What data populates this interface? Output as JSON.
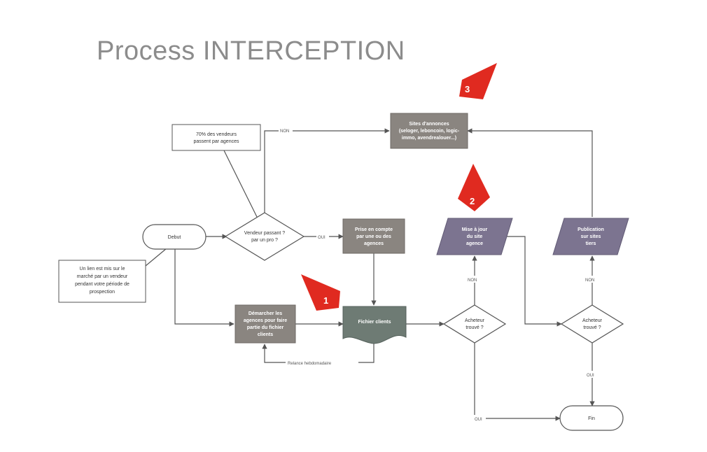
{
  "title": "Process INTERCEPTION",
  "nodes": {
    "debut": "Debut",
    "note_top": [
      "70% des vendeurs",
      "passent par agences"
    ],
    "note_left": [
      "Un lien est mis sur le",
      "marché par un vendeur",
      "pendant votre période de",
      "prospection"
    ],
    "decision1": [
      "Vendeur passant ?",
      "par un pro ?"
    ],
    "prise_compte": [
      "Prise en compte",
      "par une ou des",
      "agences"
    ],
    "sites": [
      "Sites d'annonces",
      "(seloger, leboncoin, logic-",
      "immo, avendrealouer...)"
    ],
    "demarcher": [
      "Démarcher les",
      "agences pour faire",
      "partie du fichier",
      "clients"
    ],
    "fichier": "Fichier clients",
    "mise_a_jour": [
      "Mise à jour",
      "du site",
      "agence"
    ],
    "publication": [
      "Publication",
      "sur sites",
      "tiers"
    ],
    "decision2": [
      "Acheteur",
      "trouvé ?"
    ],
    "decision3": [
      "Acheteur",
      "trouvé ?"
    ],
    "fin": "Fin"
  },
  "edges": {
    "non_top": "NON",
    "oui_mid": "OUI",
    "non_d2": "NON",
    "non_d3": "NON",
    "oui_d3": "OUI",
    "oui_bottom": "OUI",
    "relance": "Relance hebdomadaire"
  },
  "markers": [
    "1",
    "2",
    "3"
  ],
  "colors": {
    "process": "#8a8580",
    "data": "#7c7490",
    "document": "#6e7b74",
    "marker": "#e02a20",
    "line": "#555555"
  }
}
